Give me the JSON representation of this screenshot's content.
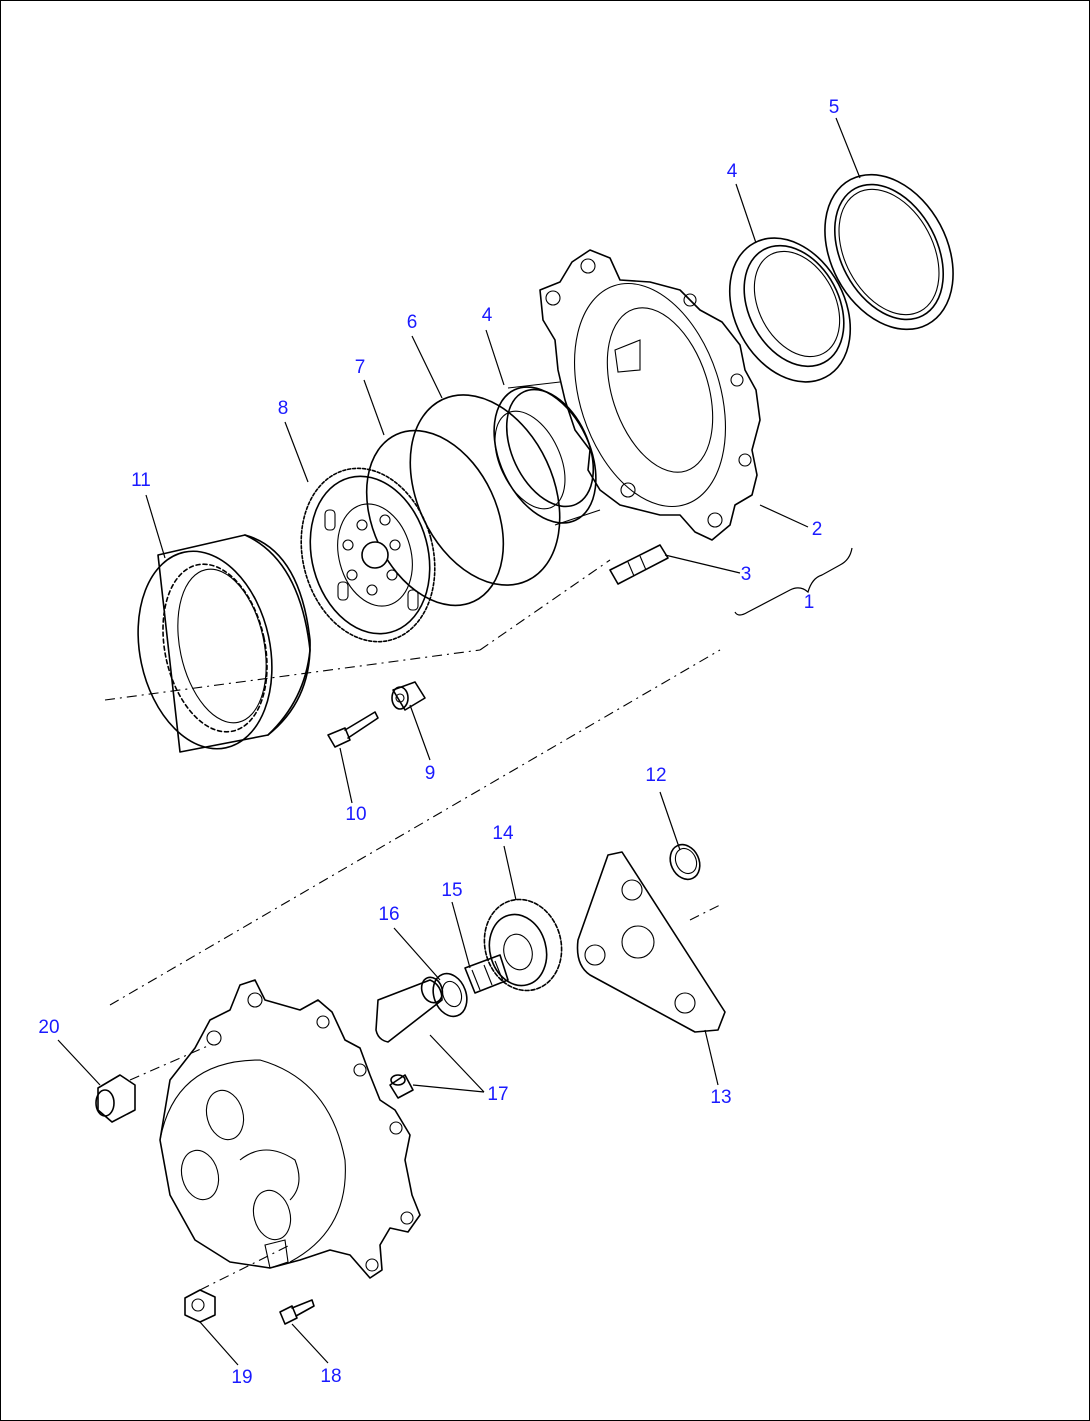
{
  "colors": {
    "callout": "#1a1aff",
    "line": "#000000",
    "background": "#ffffff"
  },
  "callouts": [
    {
      "id": "1",
      "label": "1"
    },
    {
      "id": "2",
      "label": "2"
    },
    {
      "id": "3",
      "label": "3"
    },
    {
      "id": "4a",
      "label": "4"
    },
    {
      "id": "4b",
      "label": "4"
    },
    {
      "id": "5",
      "label": "5"
    },
    {
      "id": "6",
      "label": "6"
    },
    {
      "id": "7",
      "label": "7"
    },
    {
      "id": "8",
      "label": "8"
    },
    {
      "id": "9",
      "label": "9"
    },
    {
      "id": "10",
      "label": "10"
    },
    {
      "id": "11",
      "label": "11"
    },
    {
      "id": "12",
      "label": "12"
    },
    {
      "id": "13",
      "label": "13"
    },
    {
      "id": "14",
      "label": "14"
    },
    {
      "id": "15",
      "label": "15"
    },
    {
      "id": "16",
      "label": "16"
    },
    {
      "id": "17",
      "label": "17"
    },
    {
      "id": "18",
      "label": "18"
    },
    {
      "id": "19",
      "label": "19"
    },
    {
      "id": "20",
      "label": "20"
    }
  ]
}
